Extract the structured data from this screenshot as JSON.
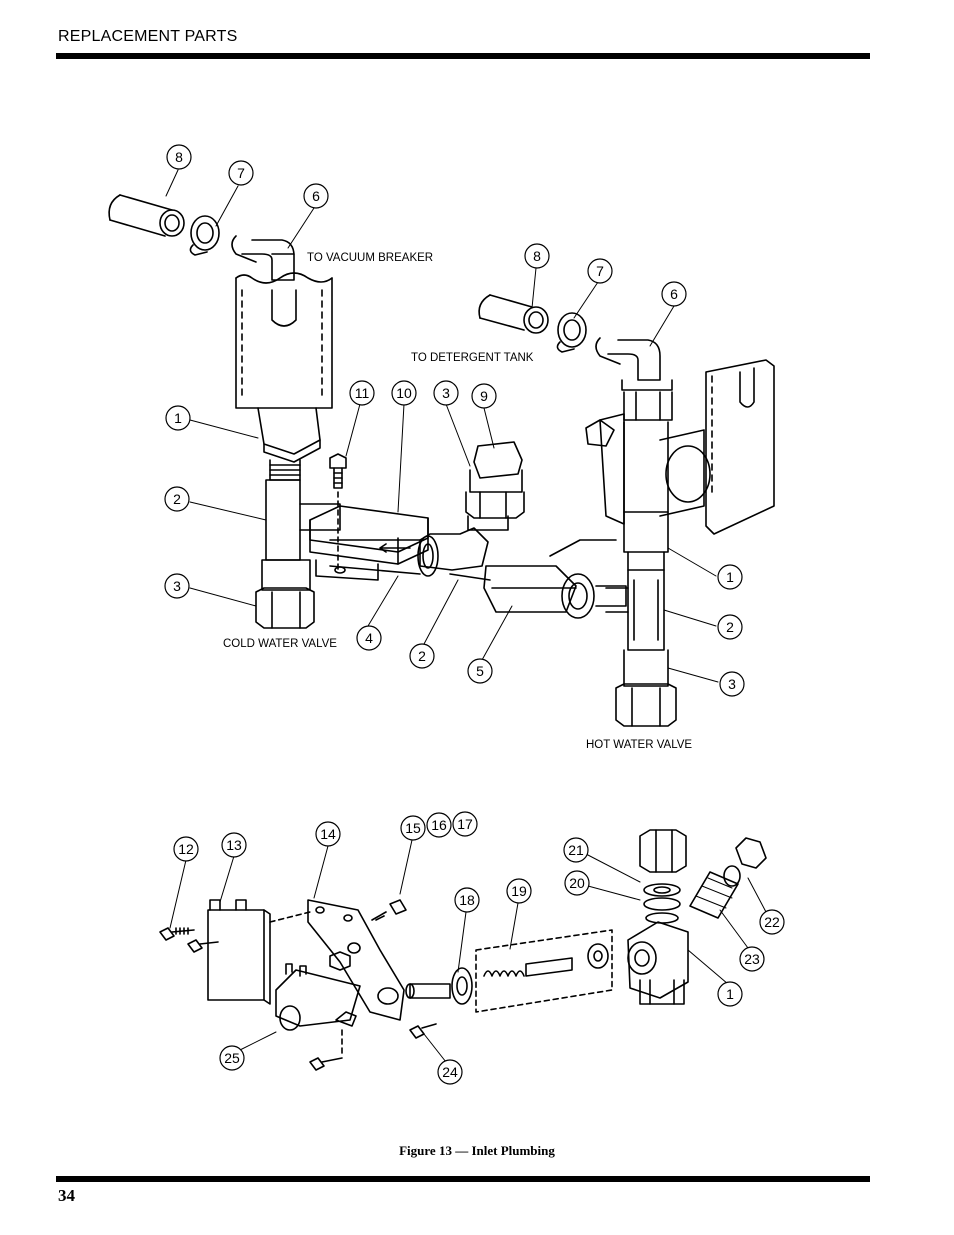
{
  "header": {
    "section_title": "REPLACEMENT PARTS"
  },
  "footer": {
    "page_number": "34"
  },
  "figure": {
    "caption": "Figure 13 — Inlet Plumbing"
  },
  "labels": {
    "vacuum_breaker": "TO VACUUM BREAKER",
    "detergent_tank": "TO DETERGENT TANK",
    "cold_water_valve": "COLD WATER VALVE",
    "hot_water_valve": "HOT WATER VALVE"
  },
  "callouts": {
    "top_left": [
      "8",
      "7",
      "6",
      "1",
      "2",
      "3"
    ],
    "top_center": [
      "11",
      "10",
      "3",
      "9",
      "4",
      "2",
      "5"
    ],
    "top_right": [
      "8",
      "7",
      "6",
      "1",
      "2",
      "3"
    ],
    "bottom": [
      "12",
      "13",
      "14",
      "15",
      "16",
      "17",
      "18",
      "19",
      "21",
      "20",
      "22",
      "23",
      "1",
      "25",
      "24"
    ]
  }
}
